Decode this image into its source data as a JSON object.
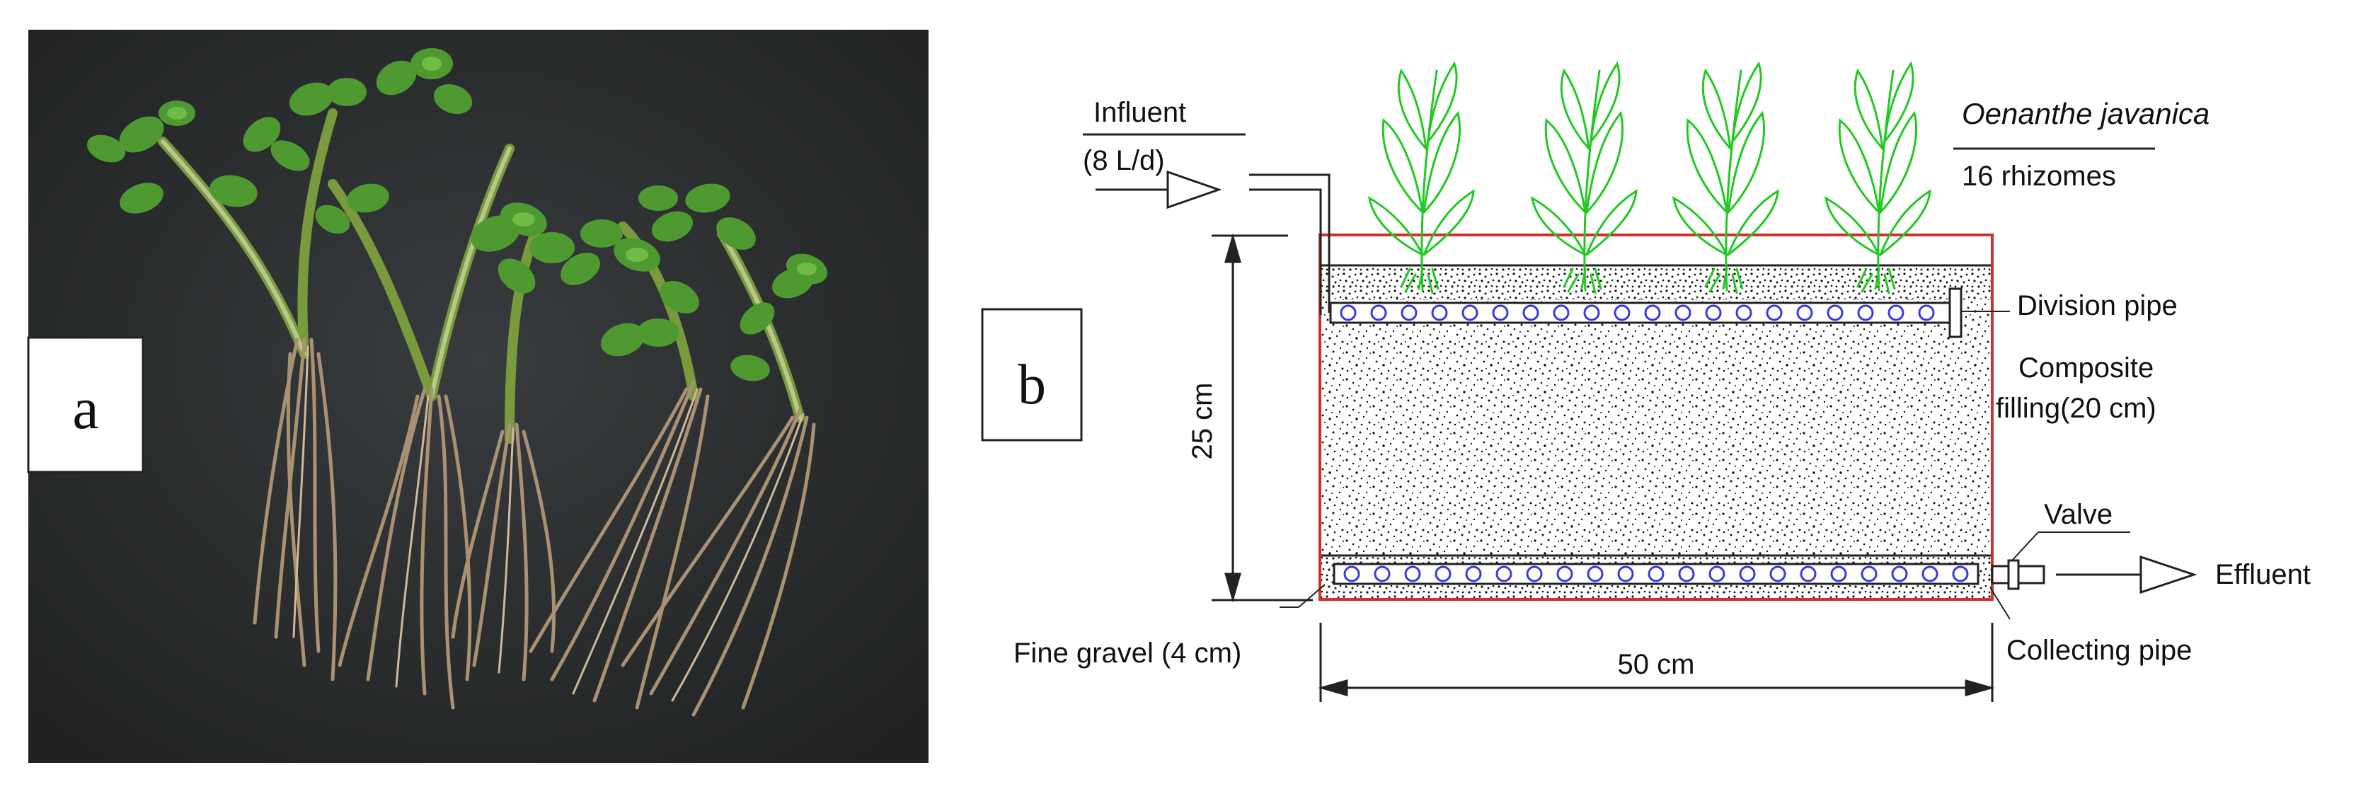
{
  "panel_a": {
    "label": "a"
  },
  "panel_b": {
    "label": "b",
    "influent_label": "Influent",
    "influent_rate": "(8 L/d)",
    "species": "Oenanthe javanica",
    "rhizomes": "16 rhizomes",
    "division_pipe": "Division pipe",
    "composite_filling_1": "Composite",
    "composite_filling_2": "filling(20 cm)",
    "valve": "Valve",
    "effluent": "Effluent",
    "fine_gravel": "Fine gravel (4 cm)",
    "collecting_pipe": "Collecting pipe",
    "height_dim": "25 cm",
    "width_dim": "50 cm"
  },
  "colors": {
    "background_photo": "#2b2d2e",
    "leaf_green": "#4f9a30",
    "root_tan": "#a99274",
    "tank_outline": "#d03030",
    "plant_outline": "#22c822",
    "pipe_circles": "#3a3adf"
  }
}
